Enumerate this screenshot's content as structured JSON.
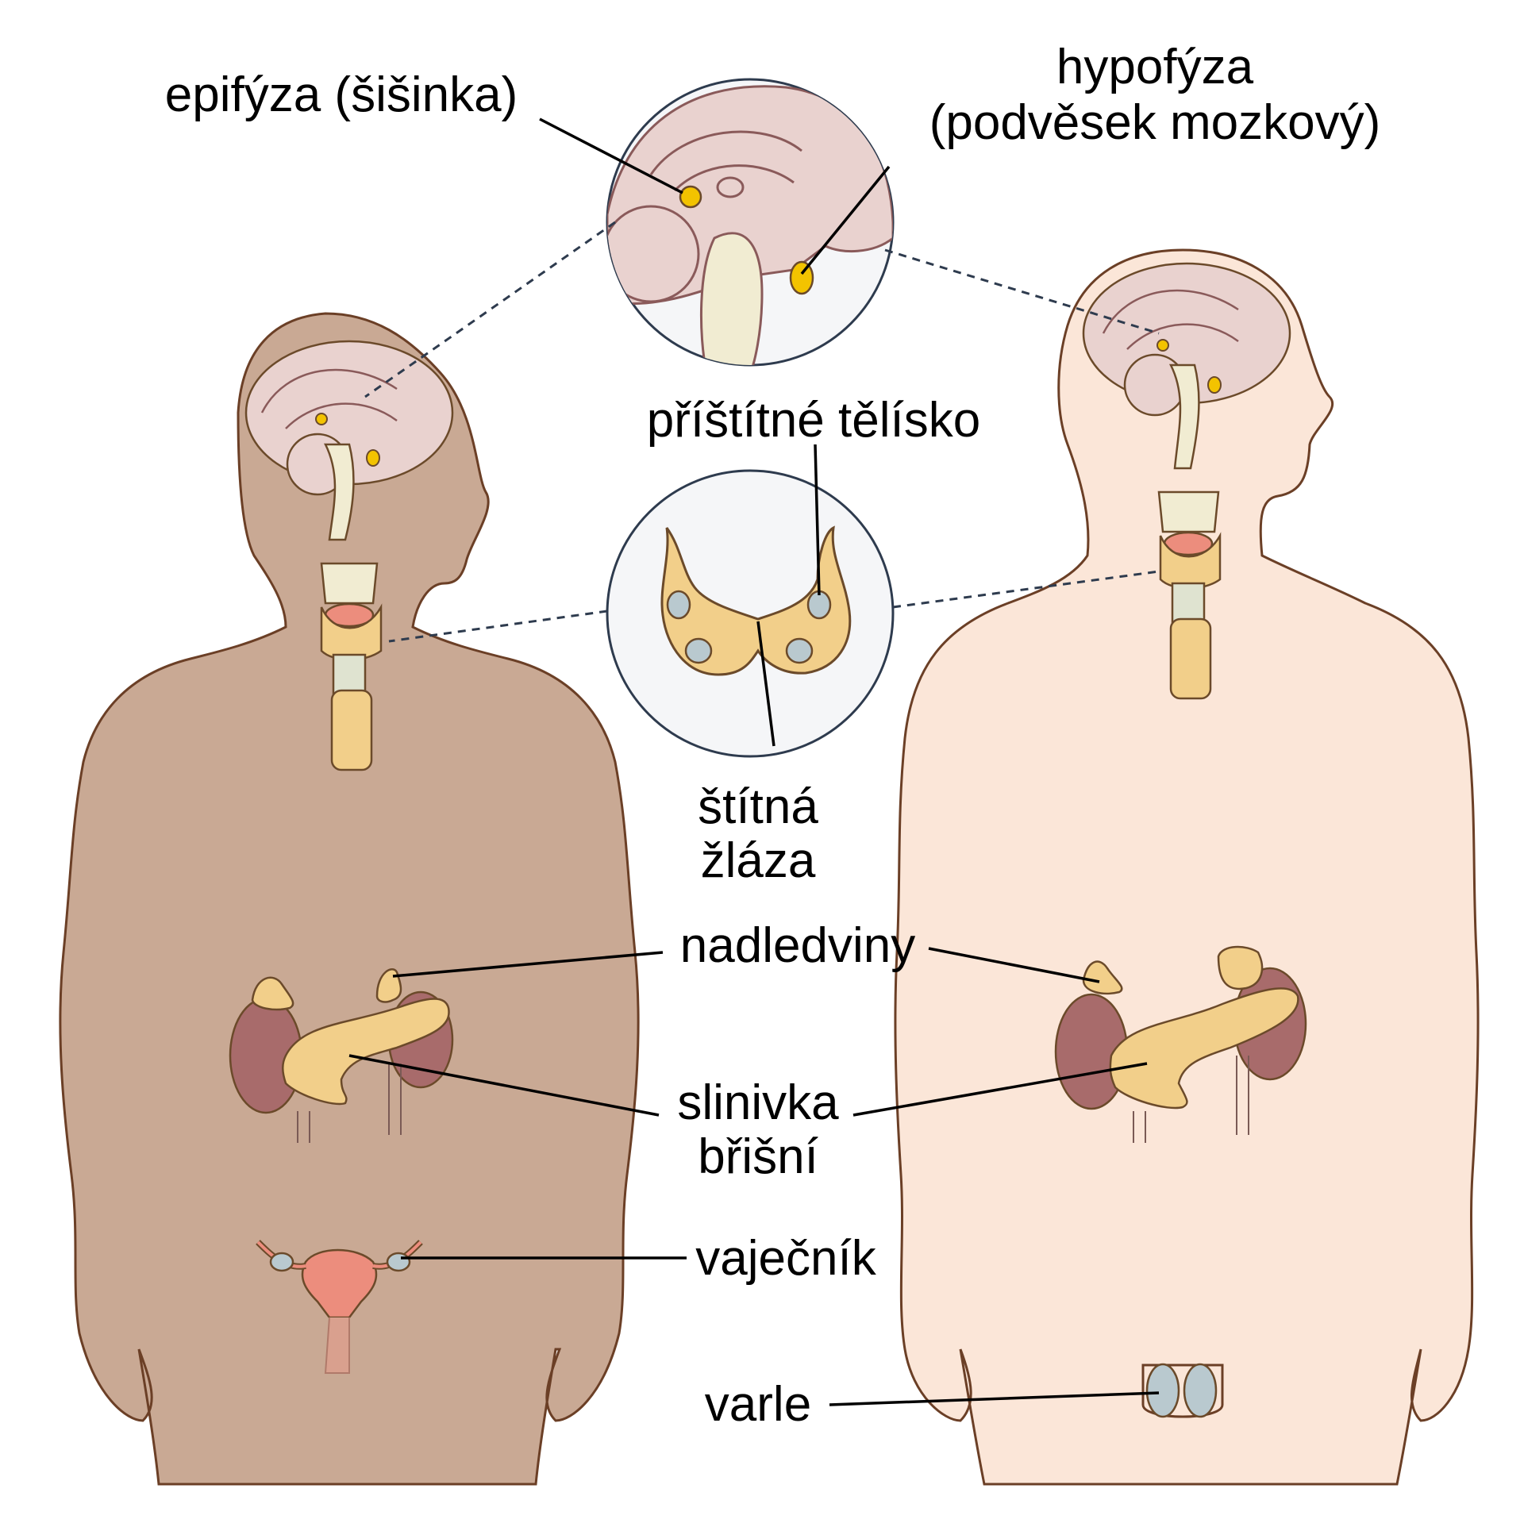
{
  "labels": {
    "pineal": "epifýza (šišinka)",
    "pituitary_1": "hypofýza",
    "pituitary_2": "(podvěsek mozkový)",
    "parathyroid": "příštítné tělísko",
    "thyroid_1": "štítná",
    "thyroid_2": "žláza",
    "adrenal": "nadledviny",
    "pancreas_1": "slinivka",
    "pancreas_2": "břišní",
    "ovary": "vaječník",
    "testis": "varle"
  },
  "colors": {
    "female_skin": "#c9a994",
    "male_skin": "#fbe6d8",
    "body_outline": "#6b3f26",
    "brain": "#e9d2cf",
    "gland_yellow": "#f2cf8a",
    "hormone_gold": "#f3c300",
    "kidney": "#a86b6b",
    "uterus": "#ec8d7d",
    "testis": "#b9c9cf",
    "inset_bg": "#f5f6f8"
  }
}
